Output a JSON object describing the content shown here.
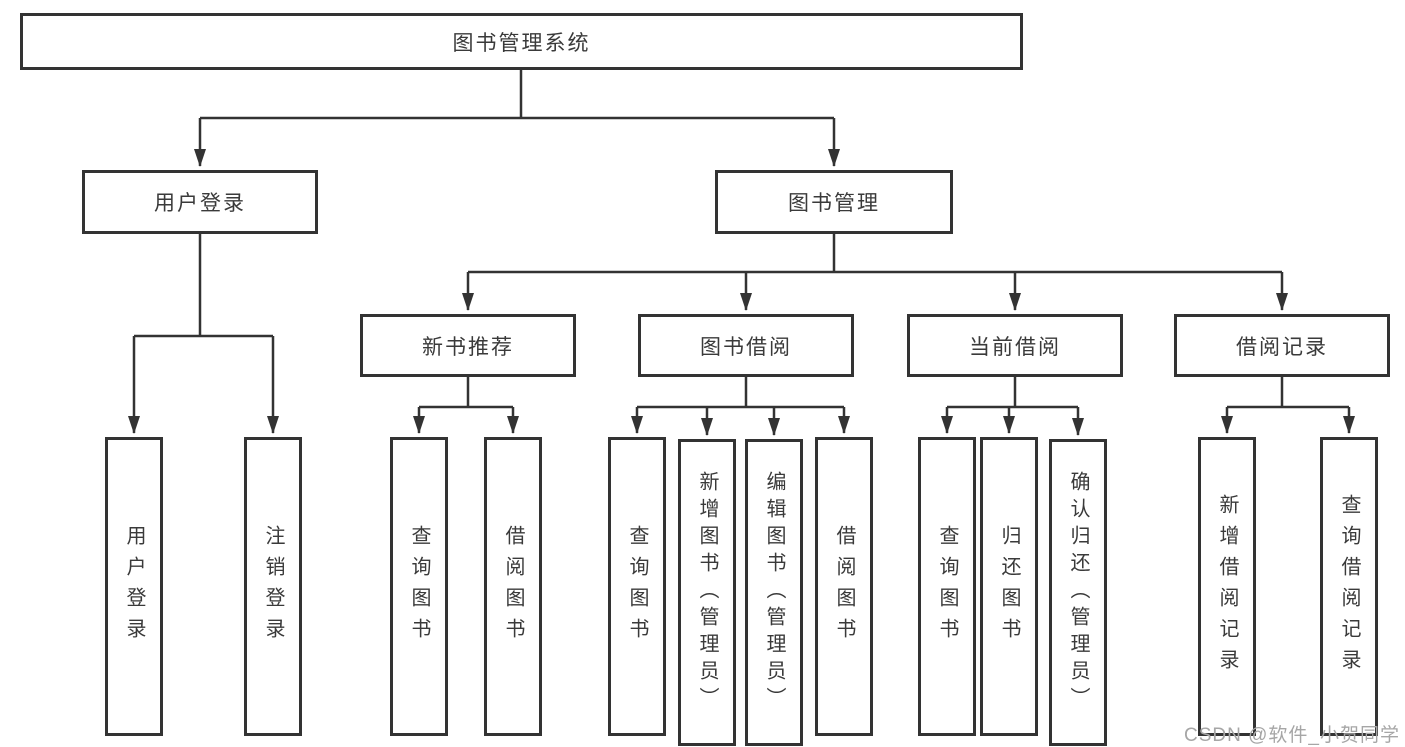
{
  "theme": {
    "line_color": "#333333",
    "text_color": "#3a3a3a",
    "box_background": "#ffffff",
    "watermark_color": "#a6a6a6"
  },
  "tree": {
    "label": "图书管理系统",
    "children": [
      {
        "label": "用户登录",
        "children": [
          {
            "label": "用户登录"
          },
          {
            "label": "注销登录"
          }
        ]
      },
      {
        "label": "图书管理",
        "children": [
          {
            "label": "新书推荐",
            "children": [
              {
                "label": "查询图书"
              },
              {
                "label": "借阅图书"
              }
            ]
          },
          {
            "label": "图书借阅",
            "children": [
              {
                "label": "查询图书"
              },
              {
                "label": "新增图书（管理员）"
              },
              {
                "label": "编辑图书（管理员）"
              },
              {
                "label": "借阅图书"
              }
            ]
          },
          {
            "label": "当前借阅",
            "children": [
              {
                "label": "查询图书"
              },
              {
                "label": "归还图书"
              },
              {
                "label": "确认归还（管理员）"
              }
            ]
          },
          {
            "label": "借阅记录",
            "children": [
              {
                "label": "新增借阅记录"
              },
              {
                "label": "查询借阅记录"
              }
            ]
          }
        ]
      }
    ]
  },
  "watermark": {
    "text": "CSDN @软件_小贺同学"
  }
}
